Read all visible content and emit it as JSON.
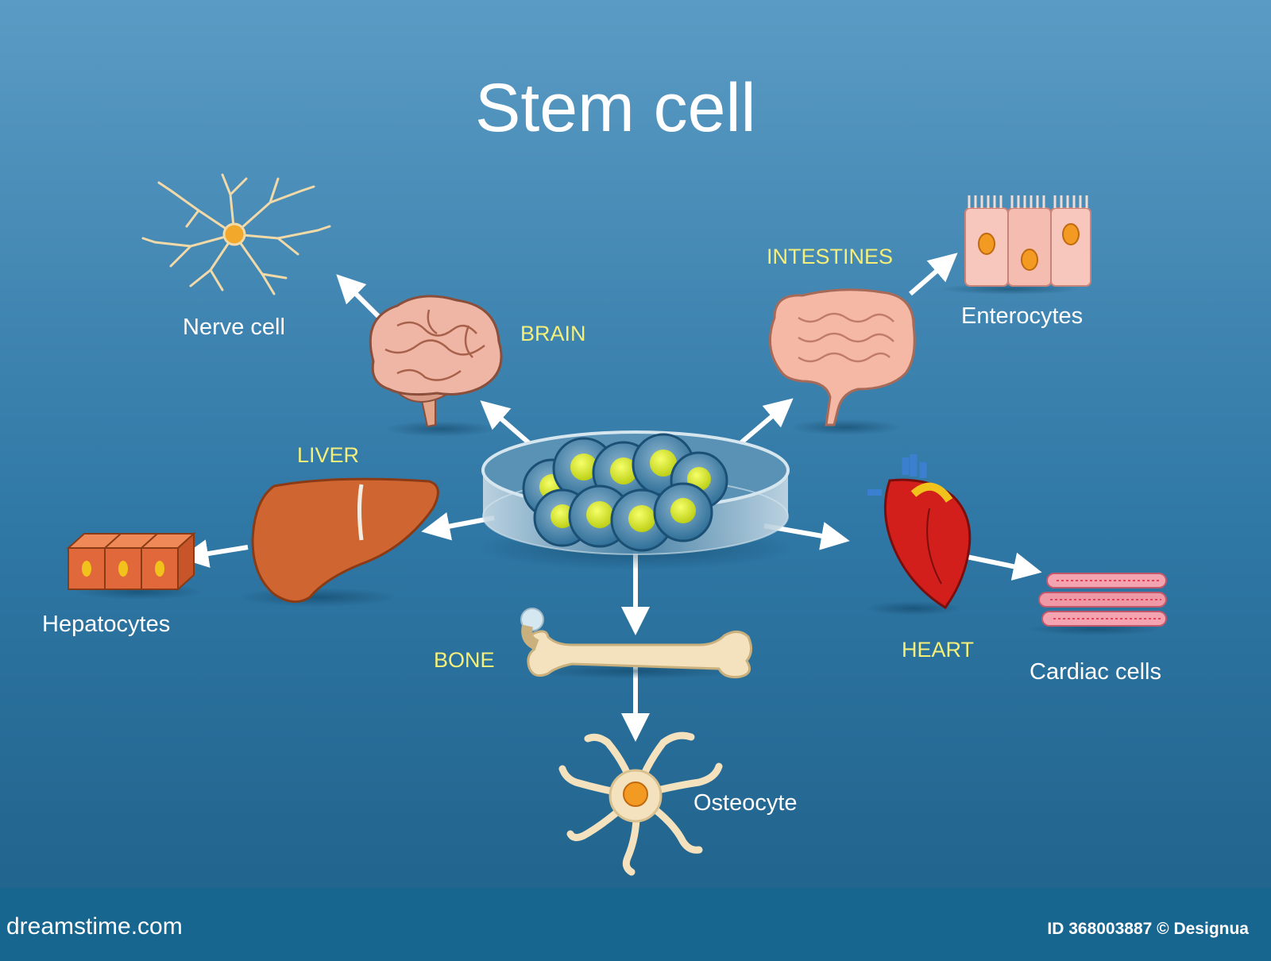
{
  "title": "Stem cell",
  "labels": {
    "brain": "BRAIN",
    "nerve_cell": "Nerve cell",
    "intestines": "INTESTINES",
    "enterocytes": "Enterocytes",
    "liver": "LIVER",
    "hepatocytes": "Hepatocytes",
    "heart": "HEART",
    "cardiac_cells": "Cardiac cells",
    "bone": "BONE",
    "osteocyte": "Osteocyte"
  },
  "footer": {
    "brand": "dreamstime.com",
    "credit": "ID 368003887 © Designua"
  },
  "colors": {
    "background_top": "#5a9bc4",
    "background_bottom": "#1f6189",
    "footer": "#176690",
    "organ_label": "#f4ef7a",
    "cell_label": "#ffffff",
    "arrow": "#ffffff",
    "stem_cell_nucleus": "#e8f21c"
  },
  "icons": [
    "petri-dish-icon",
    "stem-cell-cluster-icon",
    "brain-icon",
    "nerve-cell-icon",
    "intestines-icon",
    "enterocytes-icon",
    "liver-icon",
    "hepatocytes-icon",
    "heart-icon",
    "cardiac-cells-icon",
    "bone-icon",
    "osteocyte-icon"
  ]
}
